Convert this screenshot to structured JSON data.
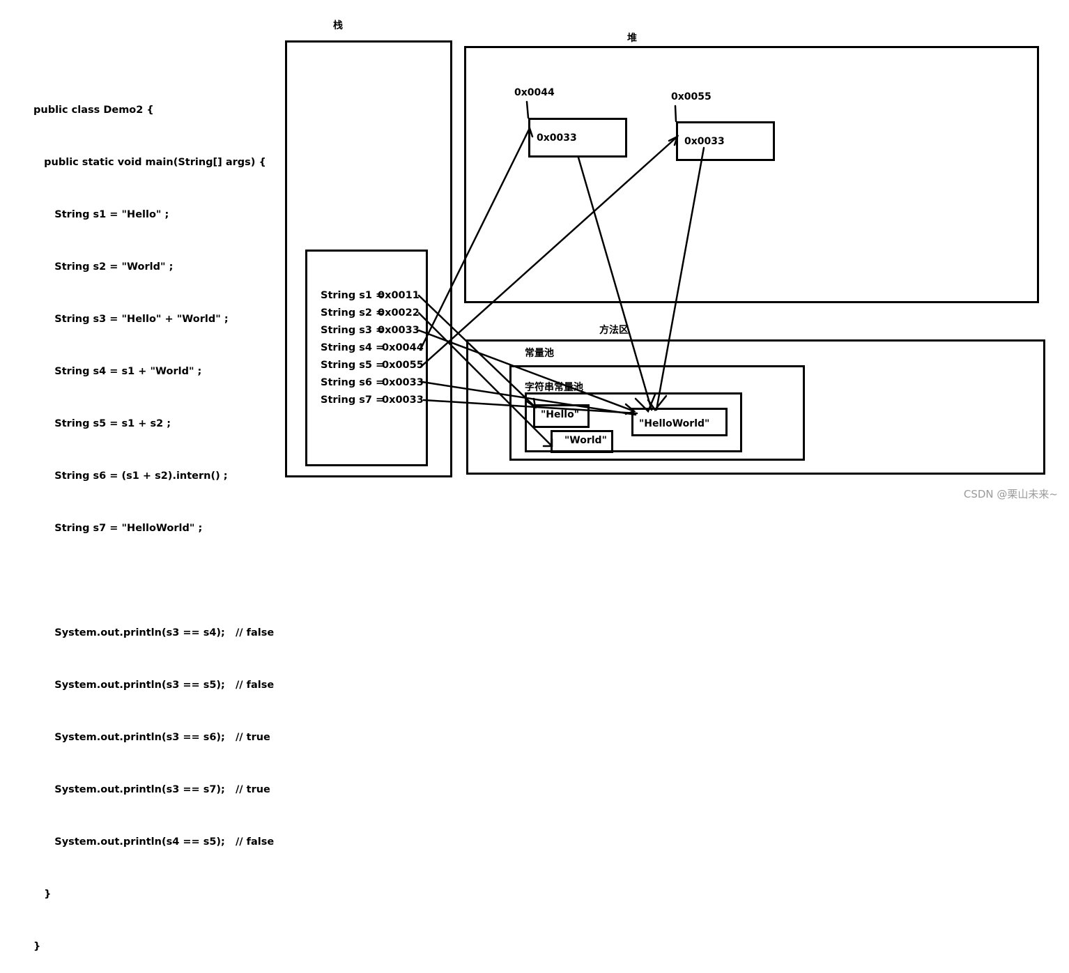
{
  "code": {
    "lines": [
      "public class Demo2 {",
      "   public static void main(String[] args) {",
      "      String s1 = \"Hello\" ;",
      "      String s2 = \"World\" ;",
      "      String s3 = \"Hello\" + \"World\" ;",
      "      String s4 = s1 + \"World\" ;",
      "      String s5 = s1 + s2 ;",
      "      String s6 = (s1 + s2).intern() ;",
      "      String s7 = \"HelloWorld\" ;",
      "",
      "      System.out.println(s3 == s4);   // false",
      "      System.out.println(s3 == s5);   // false",
      "      System.out.println(s3 == s6);   // true",
      "      System.out.println(s3 == s7);   // true",
      "      System.out.println(s4 == s5);   // false",
      "   }",
      "}"
    ]
  },
  "stack": {
    "title": "栈",
    "rows": [
      {
        "name": "String s1 =",
        "addr": "0x0011"
      },
      {
        "name": "String s2 =",
        "addr": "0x0022"
      },
      {
        "name": "String s3 =",
        "addr": "0x0033"
      },
      {
        "name": "String s4 =",
        "addr": "0x0044"
      },
      {
        "name": "String s5 =",
        "addr": "0x0055"
      },
      {
        "name": "String s6 =",
        "addr": "0x0033"
      },
      {
        "name": "String s7 =",
        "addr": "0x0033"
      }
    ]
  },
  "heap": {
    "title": "堆",
    "objects": [
      {
        "address": "0x0044",
        "value": "0x0033"
      },
      {
        "address": "0x0055",
        "value": "0x0033"
      }
    ]
  },
  "method_area": {
    "title": "方法区",
    "constant_pool": {
      "title": "常量池",
      "string_pool": {
        "title": "字符串常量池",
        "entries": [
          "\"Hello\"",
          "\"World\"",
          "\"HelloWorld\""
        ]
      }
    }
  },
  "watermark": "CSDN @栗山未来~"
}
